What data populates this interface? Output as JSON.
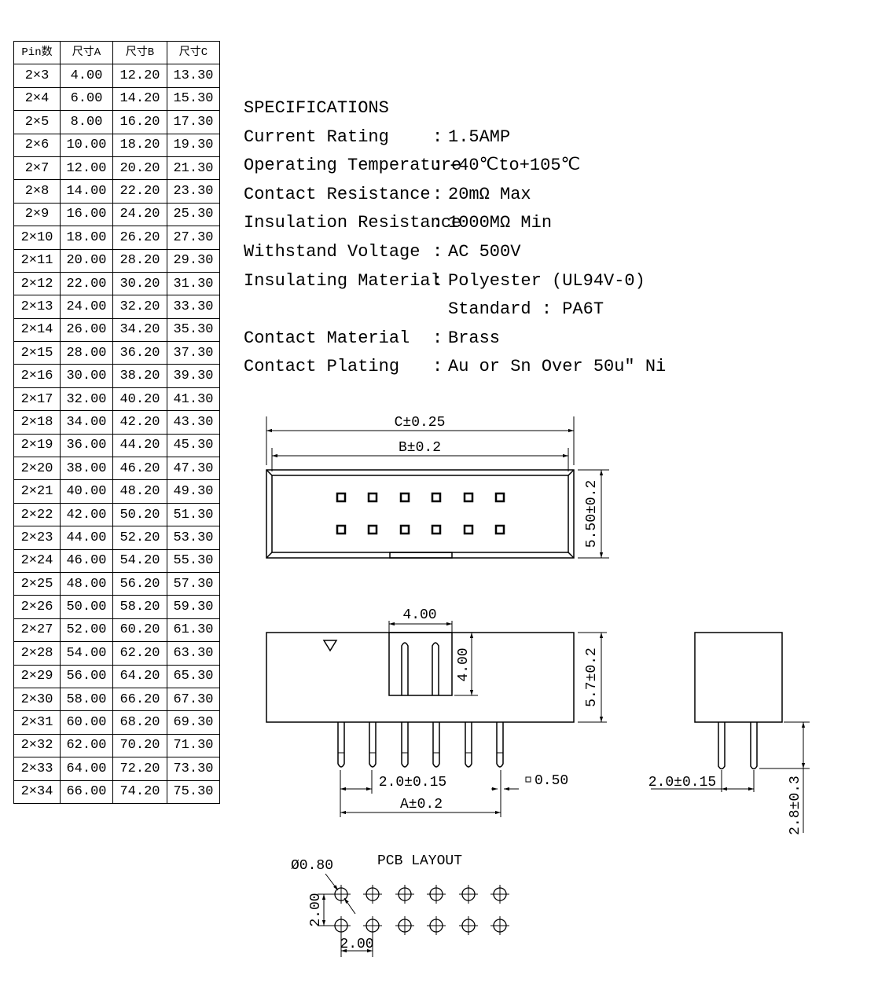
{
  "table": {
    "headers": [
      "Pin数",
      "尺寸A",
      "尺寸B",
      "尺寸C"
    ],
    "rows": [
      [
        "2×3",
        "4.00",
        "12.20",
        "13.30"
      ],
      [
        "2×4",
        "6.00",
        "14.20",
        "15.30"
      ],
      [
        "2×5",
        "8.00",
        "16.20",
        "17.30"
      ],
      [
        "2×6",
        "10.00",
        "18.20",
        "19.30"
      ],
      [
        "2×7",
        "12.00",
        "20.20",
        "21.30"
      ],
      [
        "2×8",
        "14.00",
        "22.20",
        "23.30"
      ],
      [
        "2×9",
        "16.00",
        "24.20",
        "25.30"
      ],
      [
        "2×10",
        "18.00",
        "26.20",
        "27.30"
      ],
      [
        "2×11",
        "20.00",
        "28.20",
        "29.30"
      ],
      [
        "2×12",
        "22.00",
        "30.20",
        "31.30"
      ],
      [
        "2×13",
        "24.00",
        "32.20",
        "33.30"
      ],
      [
        "2×14",
        "26.00",
        "34.20",
        "35.30"
      ],
      [
        "2×15",
        "28.00",
        "36.20",
        "37.30"
      ],
      [
        "2×16",
        "30.00",
        "38.20",
        "39.30"
      ],
      [
        "2×17",
        "32.00",
        "40.20",
        "41.30"
      ],
      [
        "2×18",
        "34.00",
        "42.20",
        "43.30"
      ],
      [
        "2×19",
        "36.00",
        "44.20",
        "45.30"
      ],
      [
        "2×20",
        "38.00",
        "46.20",
        "47.30"
      ],
      [
        "2×21",
        "40.00",
        "48.20",
        "49.30"
      ],
      [
        "2×22",
        "42.00",
        "50.20",
        "51.30"
      ],
      [
        "2×23",
        "44.00",
        "52.20",
        "53.30"
      ],
      [
        "2×24",
        "46.00",
        "54.20",
        "55.30"
      ],
      [
        "2×25",
        "48.00",
        "56.20",
        "57.30"
      ],
      [
        "2×26",
        "50.00",
        "58.20",
        "59.30"
      ],
      [
        "2×27",
        "52.00",
        "60.20",
        "61.30"
      ],
      [
        "2×28",
        "54.00",
        "62.20",
        "63.30"
      ],
      [
        "2×29",
        "56.00",
        "64.20",
        "65.30"
      ],
      [
        "2×30",
        "58.00",
        "66.20",
        "67.30"
      ],
      [
        "2×31",
        "60.00",
        "68.20",
        "69.30"
      ],
      [
        "2×32",
        "62.00",
        "70.20",
        "71.30"
      ],
      [
        "2×33",
        "64.00",
        "72.20",
        "73.30"
      ],
      [
        "2×34",
        "66.00",
        "74.20",
        "75.30"
      ]
    ]
  },
  "specs": {
    "title": "SPECIFICATIONS",
    "items": [
      {
        "label": "Current Rating",
        "colon": ":",
        "value": "1.5AMP"
      },
      {
        "label": "Operating Temperature",
        "colon": ":",
        "value": "-40℃to+105℃"
      },
      {
        "label": "Contact Resistance",
        "colon": ":",
        "value": "20mΩ Max"
      },
      {
        "label": "Insulation Resistance",
        "colon": ":",
        "value": "1000MΩ Min"
      },
      {
        "label": "Withstand Voltage",
        "colon": ":",
        "value": "AC 500V"
      },
      {
        "label": "Insulating Material",
        "colon": ":",
        "value": "Polyester (UL94V-0)"
      }
    ],
    "extra": "Standard : PA6T",
    "items2": [
      {
        "label": "Contact Material",
        "colon": ":",
        "value": "Brass"
      },
      {
        "label": "Contact Plating",
        "colon": ":",
        "value": "Au or Sn Over 50u\" Ni"
      }
    ]
  },
  "drawing": {
    "dim_c": "C±0.25",
    "dim_b": "B±0.2",
    "dim_height_top": "5.50±0.2",
    "dim_latch_width": "4.00",
    "dim_latch_height": "4.00",
    "dim_body_height": "5.7±0.2",
    "dim_pitch_front": "2.0±0.15",
    "dim_pin_square": "0.50",
    "dim_a": "A±0.2",
    "dim_pitch_side": "2.0±0.15",
    "dim_pin_length": "2.8±0.3",
    "pcb_title": "PCB LAYOUT",
    "pcb_hole": "Ø0.80",
    "pcb_pitch_v": "2.00",
    "pcb_pitch_h": "2.00"
  }
}
